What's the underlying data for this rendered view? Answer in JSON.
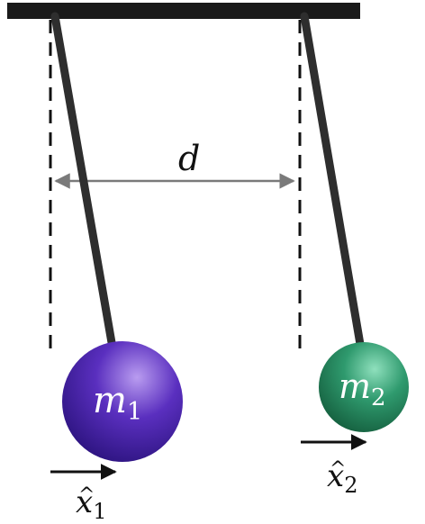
{
  "labels": {
    "distance": "d",
    "mass1": {
      "base": "m",
      "sub": "1"
    },
    "mass2": {
      "base": "m",
      "sub": "2"
    },
    "axis1": {
      "base": "x",
      "hat": "^",
      "sub": "1"
    },
    "axis2": {
      "base": "x",
      "hat": "^",
      "sub": "2"
    }
  },
  "colors": {
    "support": "#1a1a1a",
    "rod": "#2e2e2e",
    "mass1": "#5a2fbf",
    "mass1_light": "#b99cf0",
    "mass1_dark": "#2d1480",
    "mass2": "#2f9a6e",
    "mass2_light": "#8fe0bd",
    "mass2_dark": "#15603f",
    "distance_arrow": "#7a7a7a",
    "axis_arrow": "#111111",
    "mass_label": "#ffffff"
  },
  "icons": {
    "support": "ceiling-bar",
    "pendulum1": "pendulum-rod-with-sphere",
    "pendulum2": "pendulum-rod-with-sphere"
  }
}
